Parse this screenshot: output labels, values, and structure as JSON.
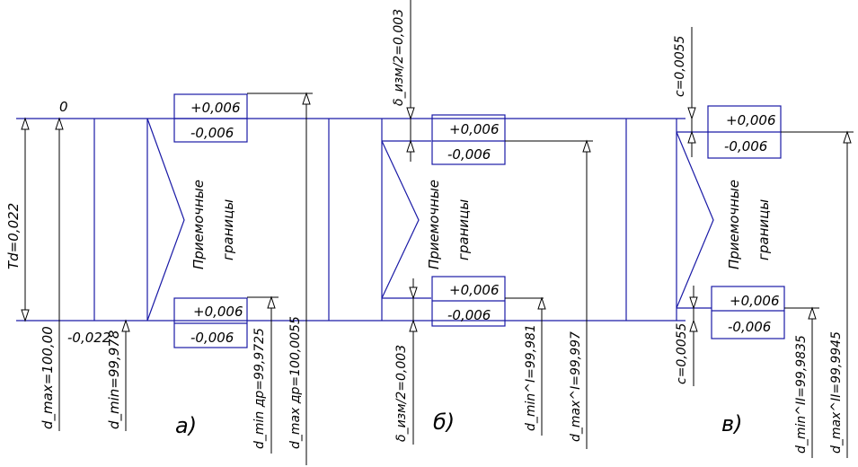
{
  "tolerance": {
    "zero_label": "0",
    "td_label": "Td=0,022",
    "lower_label": "-0,022",
    "dmax_label": "d_max=100,00",
    "dmin_label": "d_min=99,978"
  },
  "panels": [
    {
      "letter": "а)",
      "plus": "+0,006",
      "minus": "-0,006",
      "acceptance": "Приемочные",
      "bounds": "границы",
      "dmin_label": "d_min др=99,9725",
      "dmax_label": "d_max др=100,0055"
    },
    {
      "letter": "б)",
      "plus": "+0,006",
      "minus": "-0,006",
      "acceptance": "Приемочные",
      "bounds": "границы",
      "delta_top": "δ_изм/2=0,003",
      "delta_bottom": "δ_изм/2=0,003",
      "dmin_label": "d_min^I=99,981",
      "dmax_label": "d_max^I=99,997"
    },
    {
      "letter": "в)",
      "plus": "+0,006",
      "minus": "-0,006",
      "acceptance": "Приемочные",
      "bounds": "границы",
      "c_top": "c=0,0055",
      "c_bottom": "c=0,0055",
      "dmin_label": "d_min^II=99,9835",
      "dmax_label": "d_max^II=99,9945"
    }
  ],
  "colors": {
    "line": "#1a1aa6",
    "ink": "#000000"
  }
}
